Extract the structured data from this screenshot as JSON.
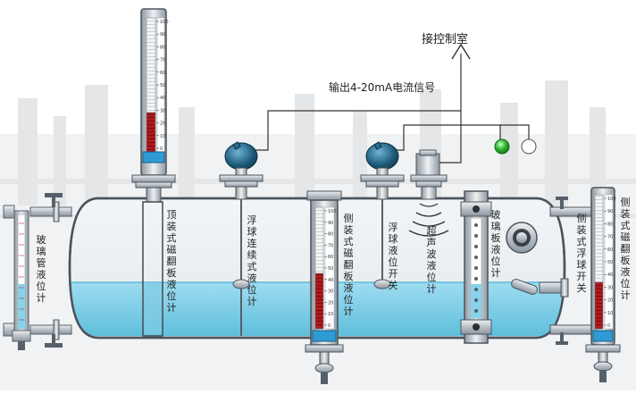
{
  "labels": {
    "control_room": "接控制室",
    "output_signal": "输出4-20mA电流信号",
    "glass_tube_level": "玻璃管液位计",
    "top_mag_flap": "顶装式磁翻板液位计",
    "float_continuous": "浮球连续式液位计",
    "side_mag_flap_mid": "侧装式磁翻板液位计",
    "float_switch": "浮球液位开关",
    "ultrasonic": "超声波液位计",
    "glass_plate": "玻璃板液位计",
    "side_float_switch": "侧装式浮球开关",
    "side_mag_flap_right": "侧装式磁翻板液位计"
  },
  "scales": {
    "top_gauge": [
      "100",
      "90",
      "80",
      "70",
      "60",
      "50",
      "40",
      "30",
      "20",
      "10",
      "0"
    ],
    "side_gauge": [
      "100",
      "90",
      "80",
      "70",
      "60",
      "50",
      "40",
      "30",
      "20",
      "10",
      "0"
    ]
  },
  "colors": {
    "liquid": "#86d3ea",
    "liquid_edge": "#5bbad8",
    "tank_metal": "#c9cfd4",
    "flap_red": "#b0191d",
    "flap_white": "#f4f4f4",
    "indicator_green": "#2eb82e",
    "transmitter_blue": "#1c5a7a"
  },
  "icons": {
    "transmitter": "transmitter-head-icon",
    "indicator": "indicator-light-icon",
    "valve": "valve-icon"
  }
}
